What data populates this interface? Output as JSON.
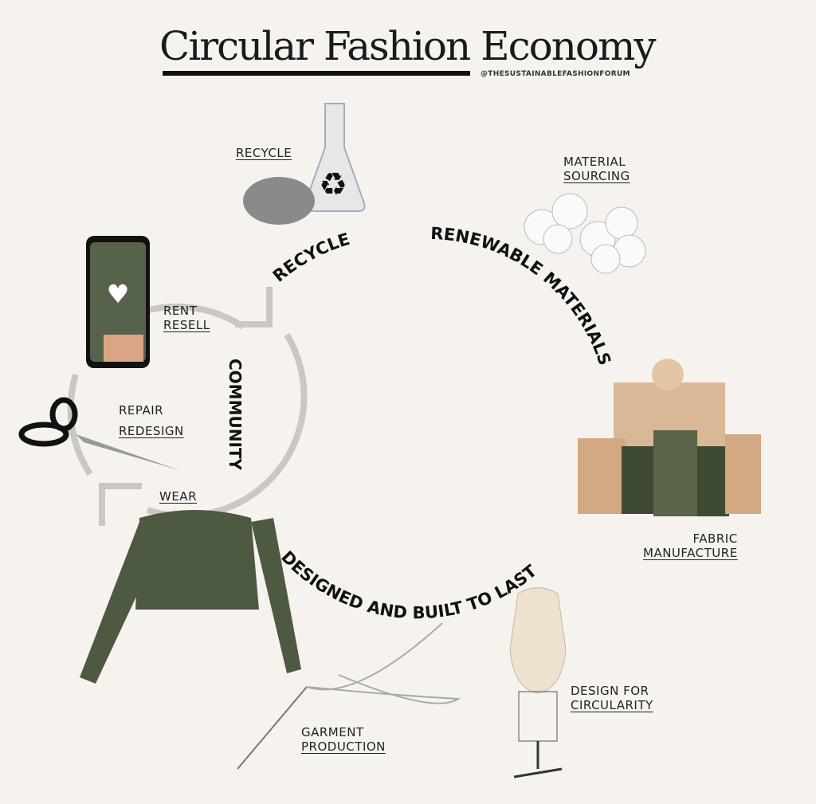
{
  "title": "Circular Fashion Economy",
  "handle": "@THESUSTAINABLEFASHIONFORUM",
  "arc_labels": {
    "recycle": "RECYCLE",
    "renewable": "RENEWABLE MATERIALS",
    "designed": "DESIGNED AND BUILT TO LAST",
    "community": "COMMUNITY"
  },
  "labels": {
    "recycle": "RECYCLE",
    "material_1": "MATERIAL",
    "material_2": "SOURCING",
    "fabric_1": "FABRIC",
    "fabric_2": "MANUFACTURE",
    "design_1": "DESIGN FOR",
    "design_2": "CIRCULARITY",
    "garment_1": "GARMENT",
    "garment_2": "PRODUCTION",
    "wear": "WEAR",
    "repair": "REPAIR",
    "redesign": "REDESIGN",
    "rent": "RENT",
    "resell": "RESELL"
  },
  "colors": {
    "background": "#f6f3ef",
    "loop": "#cbc7c3",
    "sweater": "#4d5a41",
    "fabric": "#d2a982"
  }
}
